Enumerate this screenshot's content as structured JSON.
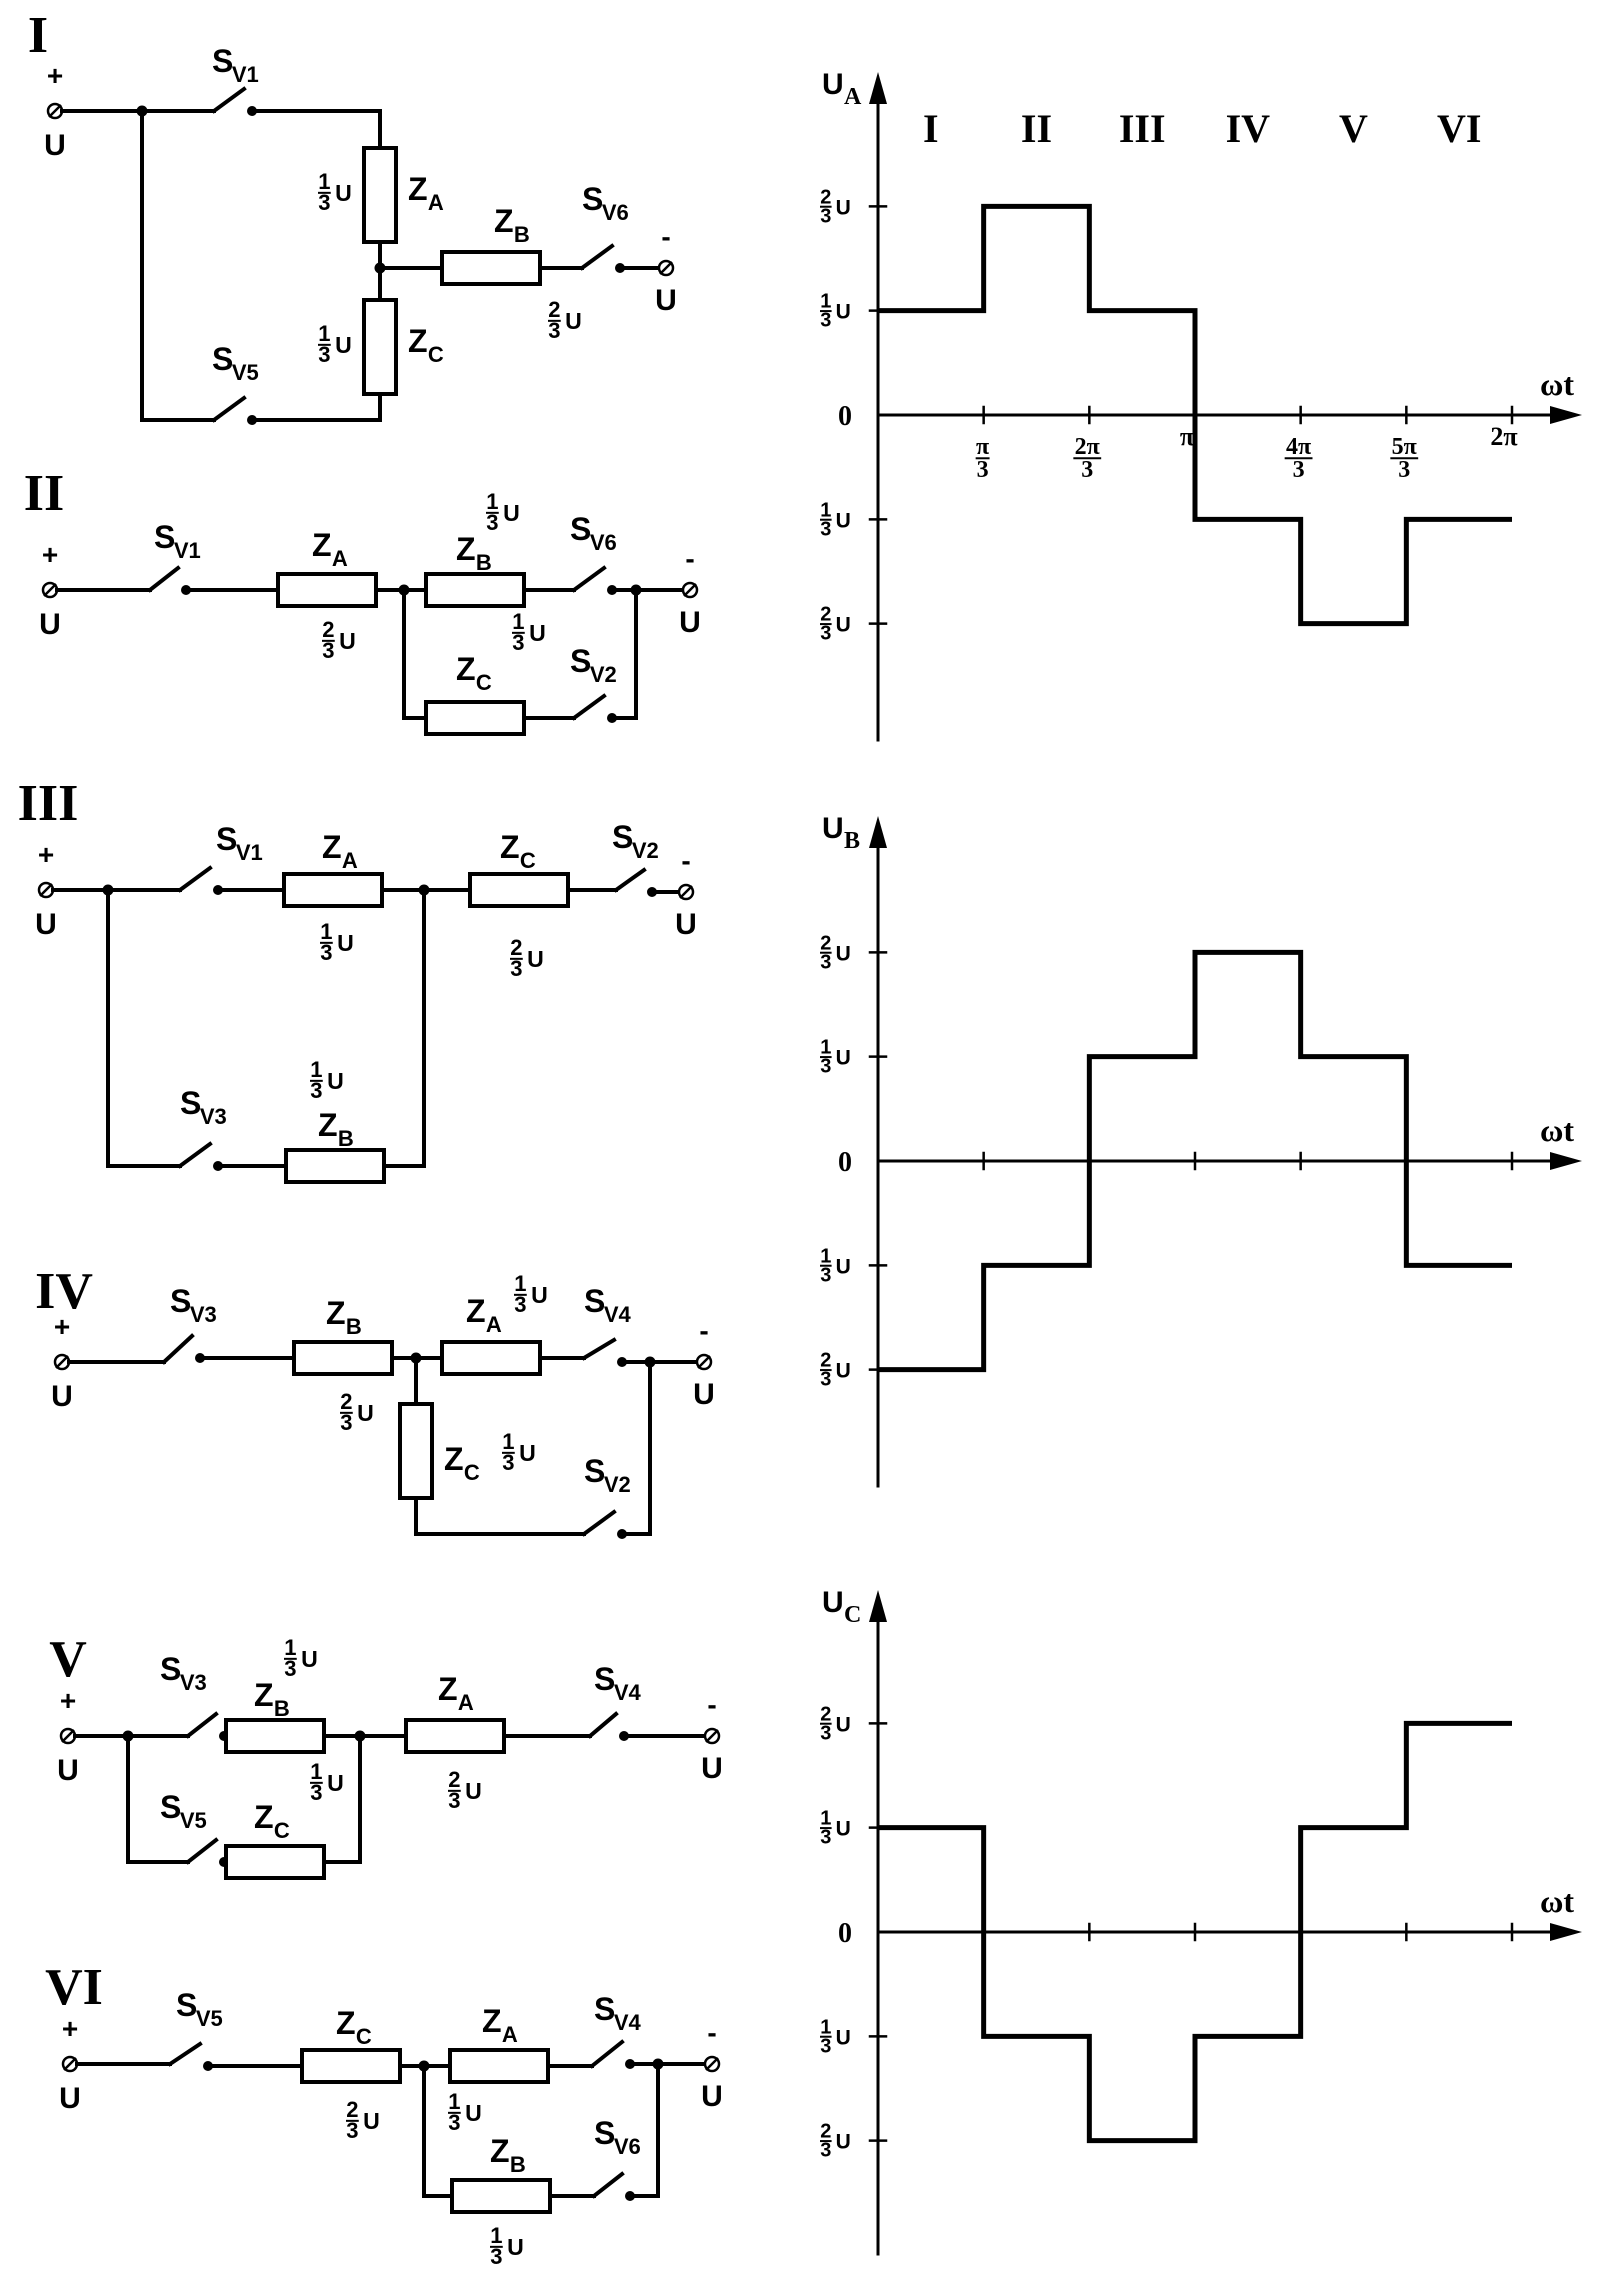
{
  "circuits": [
    {
      "roman": "I",
      "terminals": {
        "plus": "+",
        "minus": "-",
        "u": "U"
      },
      "switches": [
        {
          "s": "S",
          "sub": "V1"
        },
        {
          "s": "S",
          "sub": "V6"
        },
        {
          "s": "S",
          "sub": "V5"
        }
      ],
      "impedances": [
        {
          "z": "Z",
          "sub": "A",
          "value": {
            "num": "1",
            "den": "3",
            "u": "U"
          }
        },
        {
          "z": "Z",
          "sub": "B",
          "value": {
            "num": "2",
            "den": "3",
            "u": "U"
          }
        },
        {
          "z": "Z",
          "sub": "C",
          "value": {
            "num": "1",
            "den": "3",
            "u": "U"
          }
        }
      ]
    },
    {
      "roman": "II",
      "terminals": {
        "plus": "+",
        "minus": "-",
        "u": "U"
      },
      "switches": [
        {
          "s": "S",
          "sub": "V1"
        },
        {
          "s": "S",
          "sub": "V6"
        },
        {
          "s": "S",
          "sub": "V2"
        }
      ],
      "impedances": [
        {
          "z": "Z",
          "sub": "A",
          "value": {
            "num": "2",
            "den": "3",
            "u": "U"
          }
        },
        {
          "z": "Z",
          "sub": "B",
          "value": {
            "num": "1",
            "den": "3",
            "u": "U"
          }
        },
        {
          "z": "Z",
          "sub": "C",
          "value": {
            "num": "1",
            "den": "3",
            "u": "U"
          }
        }
      ]
    },
    {
      "roman": "III",
      "terminals": {
        "plus": "+",
        "minus": "-",
        "u": "U"
      },
      "switches": [
        {
          "s": "S",
          "sub": "V1"
        },
        {
          "s": "S",
          "sub": "V2"
        },
        {
          "s": "S",
          "sub": "V3"
        }
      ],
      "impedances": [
        {
          "z": "Z",
          "sub": "A",
          "value": {
            "num": "1",
            "den": "3",
            "u": "U"
          }
        },
        {
          "z": "Z",
          "sub": "C",
          "value": {
            "num": "2",
            "den": "3",
            "u": "U"
          }
        },
        {
          "z": "Z",
          "sub": "B",
          "value": {
            "num": "1",
            "den": "3",
            "u": "U"
          }
        }
      ]
    },
    {
      "roman": "IV",
      "terminals": {
        "plus": "+",
        "minus": "-",
        "u": "U"
      },
      "switches": [
        {
          "s": "S",
          "sub": "V3"
        },
        {
          "s": "S",
          "sub": "V4"
        },
        {
          "s": "S",
          "sub": "V2"
        }
      ],
      "impedances": [
        {
          "z": "Z",
          "sub": "B",
          "value": {
            "num": "2",
            "den": "3",
            "u": "U"
          }
        },
        {
          "z": "Z",
          "sub": "A",
          "value": {
            "num": "1",
            "den": "3",
            "u": "U"
          }
        },
        {
          "z": "Z",
          "sub": "C",
          "value": {
            "num": "1",
            "den": "3",
            "u": "U"
          }
        }
      ]
    },
    {
      "roman": "V",
      "terminals": {
        "plus": "+",
        "minus": "-",
        "u": "U"
      },
      "switches": [
        {
          "s": "S",
          "sub": "V3"
        },
        {
          "s": "S",
          "sub": "V4"
        },
        {
          "s": "S",
          "sub": "V5"
        }
      ],
      "impedances": [
        {
          "z": "Z",
          "sub": "B",
          "value": {
            "num": "1",
            "den": "3",
            "u": "U"
          }
        },
        {
          "z": "Z",
          "sub": "A",
          "value": {
            "num": "2",
            "den": "3",
            "u": "U"
          }
        },
        {
          "z": "Z",
          "sub": "C",
          "value": {
            "num": "1",
            "den": "3",
            "u": "U"
          }
        }
      ]
    },
    {
      "roman": "VI",
      "terminals": {
        "plus": "+",
        "minus": "-",
        "u": "U"
      },
      "switches": [
        {
          "s": "S",
          "sub": "V5"
        },
        {
          "s": "S",
          "sub": "V4"
        },
        {
          "s": "S",
          "sub": "V6"
        }
      ],
      "impedances": [
        {
          "z": "Z",
          "sub": "C",
          "value": {
            "num": "2",
            "den": "3",
            "u": "U"
          }
        },
        {
          "z": "Z",
          "sub": "A",
          "value": {
            "num": "1",
            "den": "3",
            "u": "U"
          }
        },
        {
          "z": "Z",
          "sub": "B",
          "value": {
            "num": "1",
            "den": "3",
            "u": "U"
          }
        }
      ]
    }
  ],
  "chart_data": [
    {
      "type": "line",
      "ylabel": {
        "main": "U",
        "sub": "A"
      },
      "xlabel": "ωt",
      "interval_labels": [
        "I",
        "II",
        "III",
        "IV",
        "V",
        "VI"
      ],
      "x_ticks": [
        {
          "num": "π",
          "den": "3"
        },
        {
          "num": "2π",
          "den": "3"
        },
        {
          "text": "π"
        },
        {
          "num": "4π",
          "den": "3"
        },
        {
          "num": "5π",
          "den": "3"
        },
        {
          "text": "2π"
        }
      ],
      "y_ticks": [
        {
          "num": "2",
          "den": "3",
          "u": "U"
        },
        {
          "num": "1",
          "den": "3",
          "u": "U"
        },
        {
          "text": "0"
        },
        {
          "num": "1",
          "den": "3",
          "u": "U"
        },
        {
          "num": "2",
          "den": "3",
          "u": "U"
        }
      ],
      "y_tick_values": [
        0.6667,
        0.3333,
        0,
        -0.3333,
        -0.6667
      ],
      "x_interval_ends_over_pi": [
        0.3333,
        0.6667,
        1.0,
        1.3333,
        1.6667,
        2.0
      ],
      "values_per_interval": [
        0.3333,
        0.6667,
        0.3333,
        -0.3333,
        -0.6667,
        -0.3333
      ]
    },
    {
      "type": "line",
      "ylabel": {
        "main": "U",
        "sub": "B"
      },
      "xlabel": "ωt",
      "y_ticks": [
        {
          "num": "2",
          "den": "3",
          "u": "U"
        },
        {
          "num": "1",
          "den": "3",
          "u": "U"
        },
        {
          "text": "0"
        },
        {
          "num": "1",
          "den": "3",
          "u": "U"
        },
        {
          "num": "2",
          "den": "3",
          "u": "U"
        }
      ],
      "y_tick_values": [
        0.6667,
        0.3333,
        0,
        -0.3333,
        -0.6667
      ],
      "x_interval_ends_over_pi": [
        0.3333,
        0.6667,
        1.0,
        1.3333,
        1.6667,
        2.0
      ],
      "values_per_interval": [
        -0.6667,
        -0.3333,
        0.3333,
        0.6667,
        0.3333,
        -0.3333
      ]
    },
    {
      "type": "line",
      "ylabel": {
        "main": "U",
        "sub": "C"
      },
      "xlabel": "ωt",
      "y_ticks": [
        {
          "num": "2",
          "den": "3",
          "u": "U"
        },
        {
          "num": "1",
          "den": "3",
          "u": "U"
        },
        {
          "text": "0"
        },
        {
          "num": "1",
          "den": "3",
          "u": "U"
        },
        {
          "num": "2",
          "den": "3",
          "u": "U"
        }
      ],
      "y_tick_values": [
        0.6667,
        0.3333,
        0,
        -0.3333,
        -0.6667
      ],
      "x_interval_ends_over_pi": [
        0.3333,
        0.6667,
        1.0,
        1.3333,
        1.6667,
        2.0
      ],
      "values_per_interval": [
        0.3333,
        -0.3333,
        -0.6667,
        -0.3333,
        0.3333,
        0.6667
      ]
    }
  ],
  "colors": {
    "ink": "#000000",
    "background": "#ffffff"
  }
}
